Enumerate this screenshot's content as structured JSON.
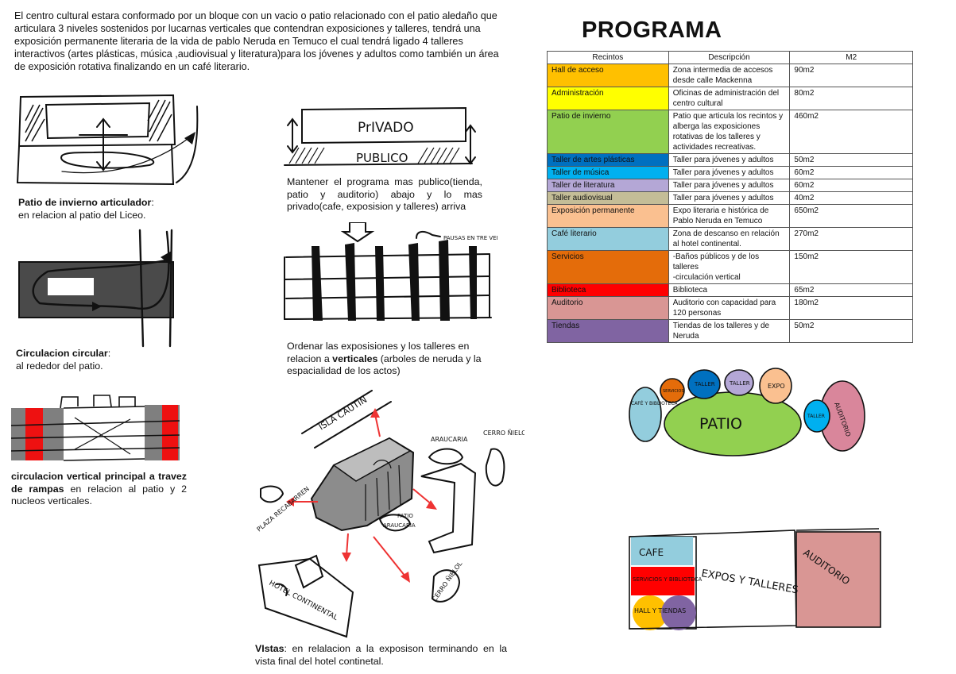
{
  "intro": "El centro cultural estara conformado por un bloque con un vacio o patio relacionado con el patio aledaño que articulara 3 niveles sostenidos por lucarnas verticales que contendran exposiciones y talleres, tendrá una exposición permanente  literaria de la vida de pablo Neruda en Temuco el cual tendrá ligado 4 talleres interactivos (artes plásticas, música ,audiovisual y literatura)para los jóvenes y adultos como también un área de exposición rotativa finalizando en un café literario.",
  "captions": {
    "patio_title": "Patio de invierno articulador",
    "patio_rest": ":",
    "patio_line2": "en relacion al patio del Liceo.",
    "circ_title": "Circulacion circular",
    "circ_rest": ":",
    "circ_line2": "al rededor del patio.",
    "vert_title": "circulacion vertical principal a travez de rampas",
    "vert_rest": " en relacion al patio y 2 nucleos verticales.",
    "mantener": "Mantener el programa mas publico(tienda, patio y auditorio) abajo y lo mas privado(cafe, exposision y talleres) arriva",
    "ordenar_1": "Ordenar las exposisiones y los talleres en relacion a ",
    "ordenar_bold": "verticales",
    "ordenar_2": " (arboles de neruda y la espacialidad de los actos)",
    "vistas_title": "VIstas",
    "vistas_rest": ": en relalacion a la exposison terminando en la vista final del hotel continetal."
  },
  "sketch_labels": {
    "privado": "PrIVADO",
    "publico": "PUBLICO",
    "pausas": "PAUSAS EN TRE VERTICALES",
    "isla": "ISLA CAUTIN",
    "araucaria": "ARAUCARIA",
    "cerro1": "CERRO ÑIELOL",
    "plaza": "PLAZA RECABARREN",
    "patio": "PATIO",
    "araucaria2": "ARAUCARIA",
    "hotel": "HOTEL CONTINENTAL",
    "cerro2": "CERRO ÑIELOL"
  },
  "programa": {
    "title": "PROGRAMA",
    "headers": [
      "Recintos",
      "Descripción",
      "M2"
    ],
    "rows": [
      {
        "recinto": "Hall de acceso",
        "descripcion": "Zona intermedia de accesos desde calle Mackenna",
        "m2": "90m2",
        "color": "#FFC000"
      },
      {
        "recinto": "Administración",
        "descripcion": "Oficinas de administración del centro cultural",
        "m2": "80m2",
        "color": "#FFFF00"
      },
      {
        "recinto": "Patio de invierno",
        "descripcion": "Patio que articula los recintos y alberga las exposiciones rotativas de los talleres y actividades recreativas.",
        "m2": "460m2",
        "color": "#92D050"
      },
      {
        "recinto": "Taller de artes plásticas",
        "descripcion": "Taller para jóvenes y adultos",
        "m2": "50m2",
        "color": "#0070C0"
      },
      {
        "recinto": "Taller de música",
        "descripcion": "Taller para jóvenes y adultos",
        "m2": "60m2",
        "color": "#00B0F0"
      },
      {
        "recinto": "Taller de literatura",
        "descripcion": "Taller para jóvenes y adultos",
        "m2": "60m2",
        "color": "#B4A7D6"
      },
      {
        "recinto": "Taller audiovisual",
        "descripcion": "Taller para jóvenes y adultos",
        "m2": "40m2",
        "color": "#C4BD97"
      },
      {
        "recinto": "Exposición permanente",
        "descripcion": "Expo literaria e histórica de Pablo Neruda en Temuco",
        "m2": "650m2",
        "color": "#FAC090"
      },
      {
        "recinto": "Café literario",
        "descripcion": "Zona de descanso en relación al hotel continental.",
        "m2": "270m2",
        "color": "#93CDDD"
      },
      {
        "recinto": "Servicios",
        "descripcion": "-Baños públicos y de los talleres\n-circulación vertical",
        "m2": "150m2",
        "color": "#E46C0A"
      },
      {
        "recinto": "Biblioteca",
        "descripcion": "Biblioteca",
        "m2": "65m2",
        "color": "#FF0000"
      },
      {
        "recinto": "Auditorio",
        "descripcion": "Auditorio con capacidad para 120 personas",
        "m2": "180m2",
        "color": "#D99694"
      },
      {
        "recinto": "Tiendas",
        "descripcion": "Tiendas de los talleres y de Neruda",
        "m2": "50m2",
        "color": "#8064A2"
      }
    ]
  },
  "bubble": {
    "patio": "PATIO",
    "cafe": "CAFÉ Y BIBLIOTECA",
    "servicios": "SERVICIOS",
    "taller1": "TALLER",
    "taller2": "TALLER",
    "expo": "EXPO",
    "taller3": "TALLER",
    "auditorio": "AUDITORIO"
  },
  "zoning": {
    "cafe": "CAFE",
    "servicios": "SERVICIOS Y BIBLIOTECA",
    "hall": "HALL Y TIENDAS",
    "expos": "EXPOS Y TALLERES",
    "auditorio": "AUDITORIO"
  }
}
